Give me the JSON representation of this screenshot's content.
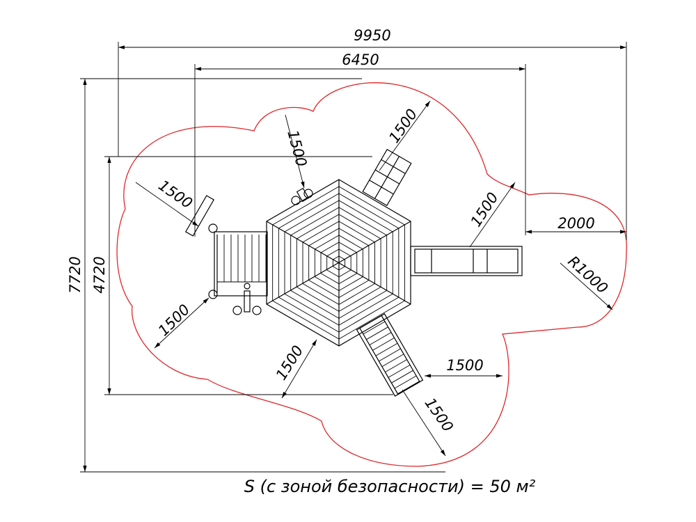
{
  "dimensions": {
    "overall_width": "9950",
    "inner_width": "6450",
    "overall_depth": "7720",
    "inner_depth": "4720",
    "slide_zone": "2000",
    "radius": "R1000",
    "safety_top": "1500",
    "safety_upper_right": "1500",
    "safety_right": "1500",
    "safety_left_upper": "1500",
    "safety_left_lower": "1500",
    "safety_bottom": "1500",
    "safety_bottom_right_h": "1500",
    "safety_bottom_right": "1500"
  },
  "caption": "S (с зоной безопасности) = 50 м²",
  "colors": {
    "safety_zone": "#e0262a",
    "lines": "#000000"
  }
}
